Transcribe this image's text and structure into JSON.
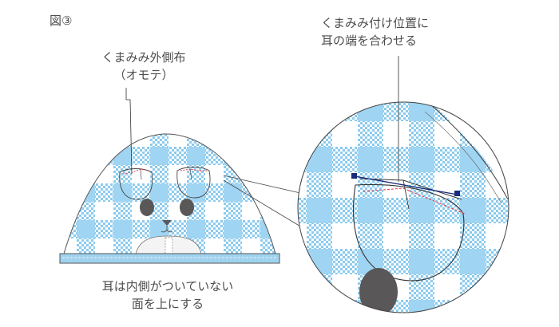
{
  "figure_label": "図③",
  "callouts": {
    "outer_fabric": {
      "line1": "くまみみ外側布",
      "line2": "（オモテ）"
    },
    "attach_position": {
      "line1": "くまみみ付け位置に",
      "line2": "耳の端を合わせる"
    },
    "ear_note": {
      "line1": "耳は内側がついていない",
      "line2": "面を上にする"
    }
  },
  "colors": {
    "gingham_light": "#a9d8f2",
    "gingham_dark": "#7cc3ea",
    "outline": "#333333",
    "brim": "#9fd3ef",
    "eye": "#595757",
    "stitch": "#e6333f",
    "marker": "#1a2a7a"
  }
}
